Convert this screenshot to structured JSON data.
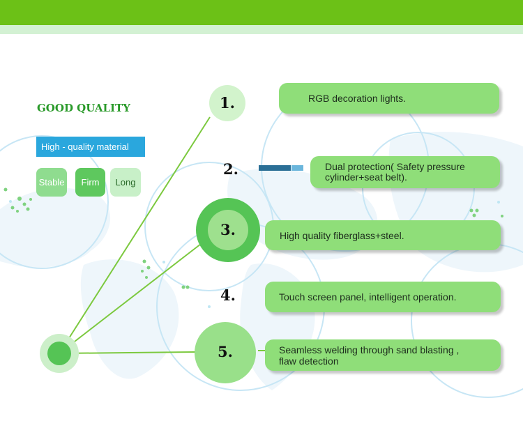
{
  "left_panel": {
    "title": "GOOD QUALITY",
    "material_label": "High - quality material",
    "pills": [
      "Stable",
      "Firm",
      "Long"
    ]
  },
  "features": [
    {
      "number": "1.",
      "text": "RGB decoration lights."
    },
    {
      "number": "2.",
      "text": "Dual protection( Safety pressure cylinder+seat belt)."
    },
    {
      "number": "3.",
      "text": "High quality fiberglass+steel."
    },
    {
      "number": "4.",
      "text": "Touch screen panel, intelligent operation."
    },
    {
      "number": "5.",
      "text": "Seamless welding through sand blasting , flaw detection"
    }
  ],
  "colors": {
    "top_bar": "#6cc117",
    "top_strip": "#d3f1d3",
    "box_green": "#8fde79",
    "material_blue": "#2aa7dd",
    "title_green": "#2a9a2a"
  }
}
